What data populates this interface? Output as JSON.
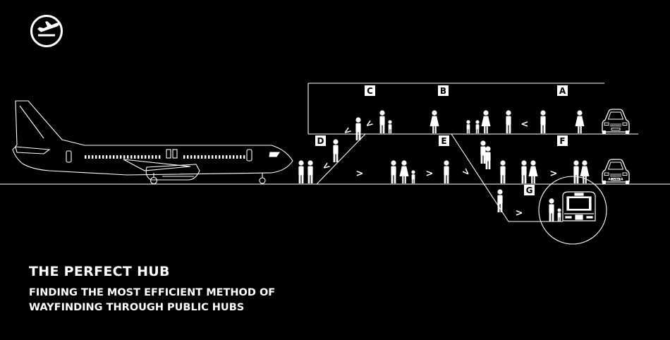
{
  "logo": {
    "icon": "plane-departure-icon"
  },
  "zones": {
    "a": "A",
    "b": "B",
    "c": "C",
    "d": "D",
    "e": "E",
    "f": "F",
    "g": "G"
  },
  "arrows": {
    "left": "<",
    "right": ">"
  },
  "cars": {
    "lower_plate": "AMSTRA"
  },
  "title": "THE PERFECT HUB",
  "subtitle": {
    "line1": "FINDING THE MOST EFFICIENT METHOD OF",
    "line2": "WAYFINDING THROUGH PUBLIC HUBS"
  },
  "colors": {
    "background": "#000000",
    "foreground": "#ffffff"
  }
}
